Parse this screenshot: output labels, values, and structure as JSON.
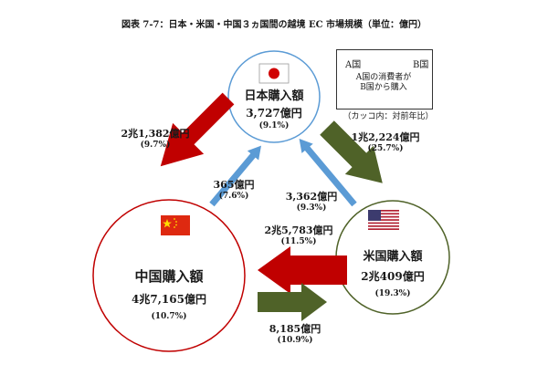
{
  "title": "図表 7-7：日本・米国・中国３ヵ国間の越境 EC 市場規模（単位：億円）",
  "legend": {
    "a_label": "A国",
    "b_label": "B国",
    "note_line1": "A国の消費者が",
    "note_line2": "B国から購入",
    "paren": "（カッコ内：対前年比）"
  },
  "nodes": {
    "japan": {
      "label": "日本購入額",
      "value": "3,727億円",
      "rate": "(9.1%)"
    },
    "china": {
      "label": "中国購入額",
      "value": "4兆7,165億円",
      "rate": "(10.7%)"
    },
    "usa": {
      "label": "米国購入額",
      "value": "2兆409億円",
      "rate": "(19.3%)"
    }
  },
  "flows": {
    "china_from_japan": {
      "value": "2兆1,382億円",
      "rate": "(9.7%)"
    },
    "japan_from_china": {
      "value": "365億円",
      "rate": "(7.6%)"
    },
    "usa_from_japan": {
      "value": "1兆2,224億円",
      "rate": "(25.7%)"
    },
    "japan_from_usa": {
      "value": "3,362億円",
      "rate": "(9.3%)"
    },
    "china_from_usa": {
      "value": "2兆5,783億円",
      "rate": "(11.5%)"
    },
    "usa_from_china": {
      "value": "8,185億円",
      "rate": "(10.9%)"
    }
  },
  "colors": {
    "red": "#c00000",
    "green": "#4f6228",
    "blue": "#5b9bd5",
    "legend_arrow": "#595959"
  }
}
